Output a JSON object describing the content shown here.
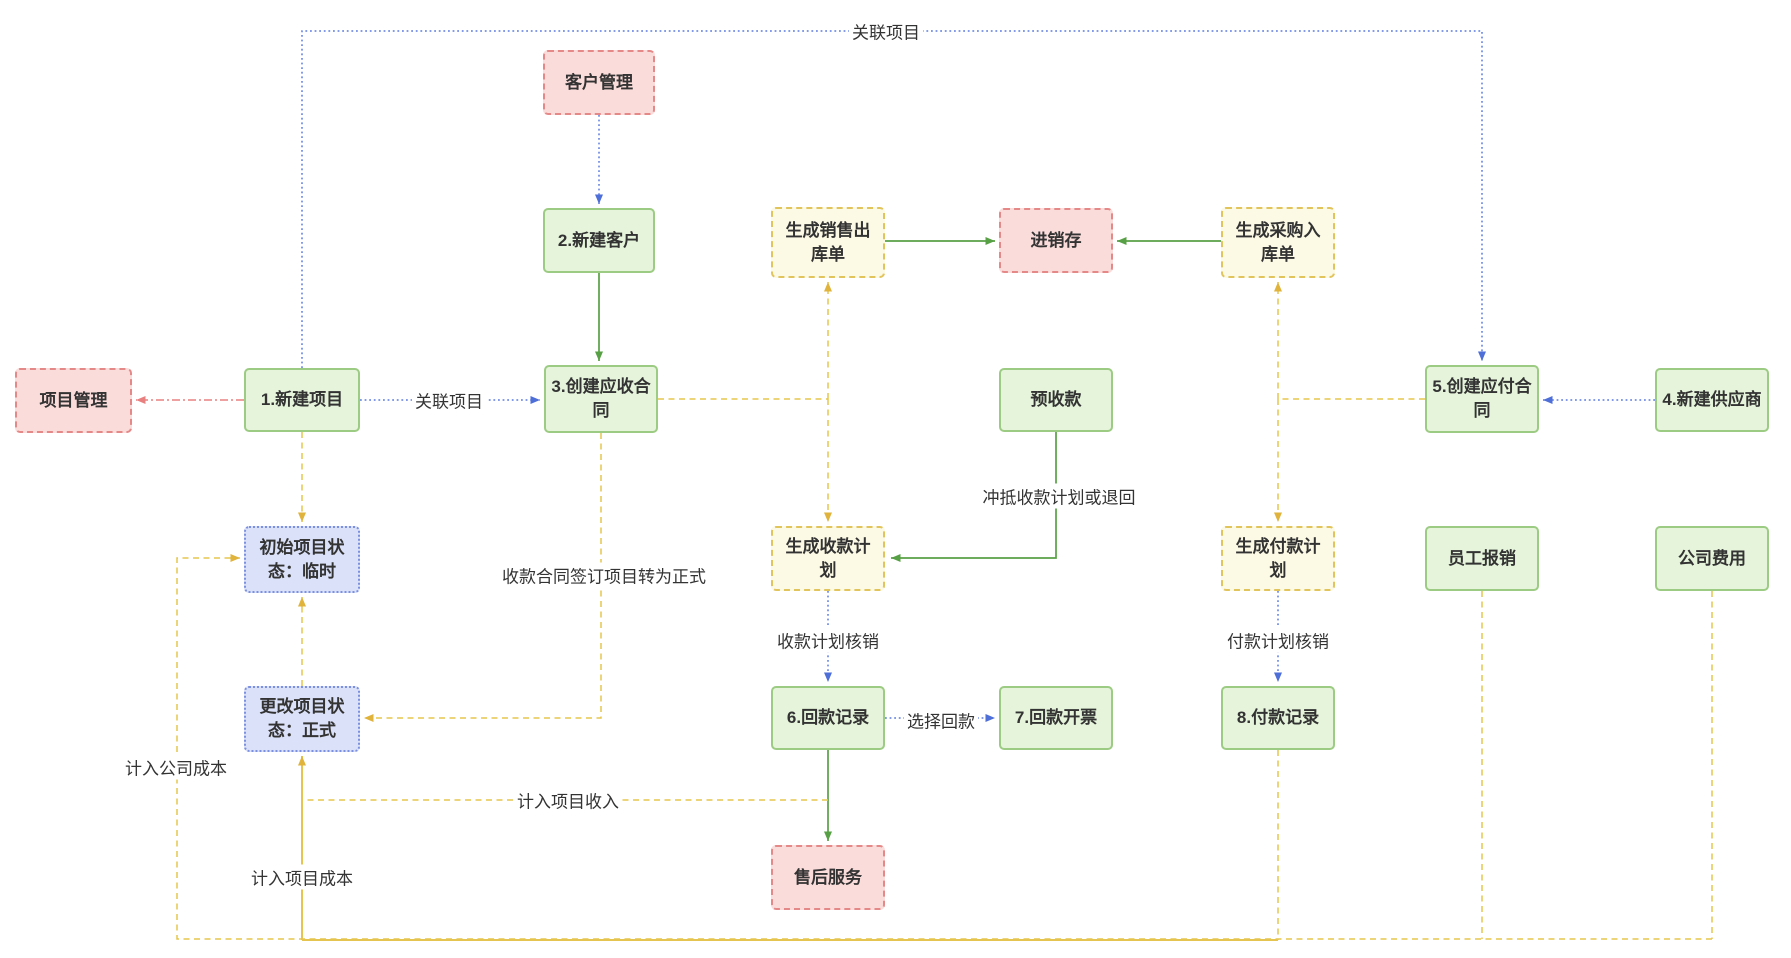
{
  "diagram": {
    "nodes": {
      "customer_management": {
        "label": "客户管理",
        "type": "pink"
      },
      "new_customer": {
        "label": "2.新建客户",
        "type": "green"
      },
      "sales_outbound_order": {
        "label": "生成销售出\n库单",
        "type": "yellow"
      },
      "inventory": {
        "label": "进销存",
        "type": "pink"
      },
      "purchase_inbound_order": {
        "label": "生成采购入\n库单",
        "type": "yellow"
      },
      "project_management": {
        "label": "项目管理",
        "type": "pink"
      },
      "new_project": {
        "label": "1.新建项目",
        "type": "green"
      },
      "receivable_contract": {
        "label": "3.创建应收合\n同",
        "type": "green"
      },
      "advance_receipt": {
        "label": "预收款",
        "type": "green"
      },
      "payable_contract": {
        "label": "5.创建应付合\n同",
        "type": "green"
      },
      "new_supplier": {
        "label": "4.新建供应商",
        "type": "green"
      },
      "initial_project_status": {
        "label": "初始项目状\n态：临时",
        "type": "blue"
      },
      "collection_plan": {
        "label": "生成收款计\n划",
        "type": "yellow"
      },
      "payment_plan": {
        "label": "生成付款计\n划",
        "type": "yellow"
      },
      "employee_reimbursement": {
        "label": "员工报销",
        "type": "green"
      },
      "company_expense": {
        "label": "公司费用",
        "type": "green"
      },
      "change_project_status": {
        "label": "更改项目状\n态：正式",
        "type": "blue"
      },
      "collection_record": {
        "label": "6.回款记录",
        "type": "green"
      },
      "collection_invoice": {
        "label": "7.回款开票",
        "type": "green"
      },
      "payment_record": {
        "label": "8.付款记录",
        "type": "green"
      },
      "after_sales_service": {
        "label": "售后服务",
        "type": "pink"
      }
    },
    "edge_labels": {
      "link_project_top": "关联项目",
      "link_project_mid": "关联项目",
      "contract_signed": "收款合同签订项目转为正式",
      "offset_or_return": "冲抵收款计划或退回",
      "collection_writeoff": "收款计划核销",
      "payment_writeoff": "付款计划核销",
      "select_collection": "选择回款",
      "company_cost": "计入公司成本",
      "project_income": "计入项目收入",
      "project_cost": "计入项目成本"
    },
    "colors": {
      "green_node_bg": "#e5f4da",
      "green_node_border": "#9ccb83",
      "pink_node_bg": "#fadcda",
      "pink_node_border": "#e58888",
      "yellow_node_bg": "#fcf9e4",
      "yellow_node_border": "#e2c45c",
      "blue_node_bg": "#dbe1f8",
      "blue_node_border": "#7b90e0",
      "edge_blue": "#5b7ce0",
      "edge_green": "#58a045",
      "edge_yellow": "#e5c54f",
      "edge_red": "#e88080",
      "text": "#333333"
    }
  }
}
